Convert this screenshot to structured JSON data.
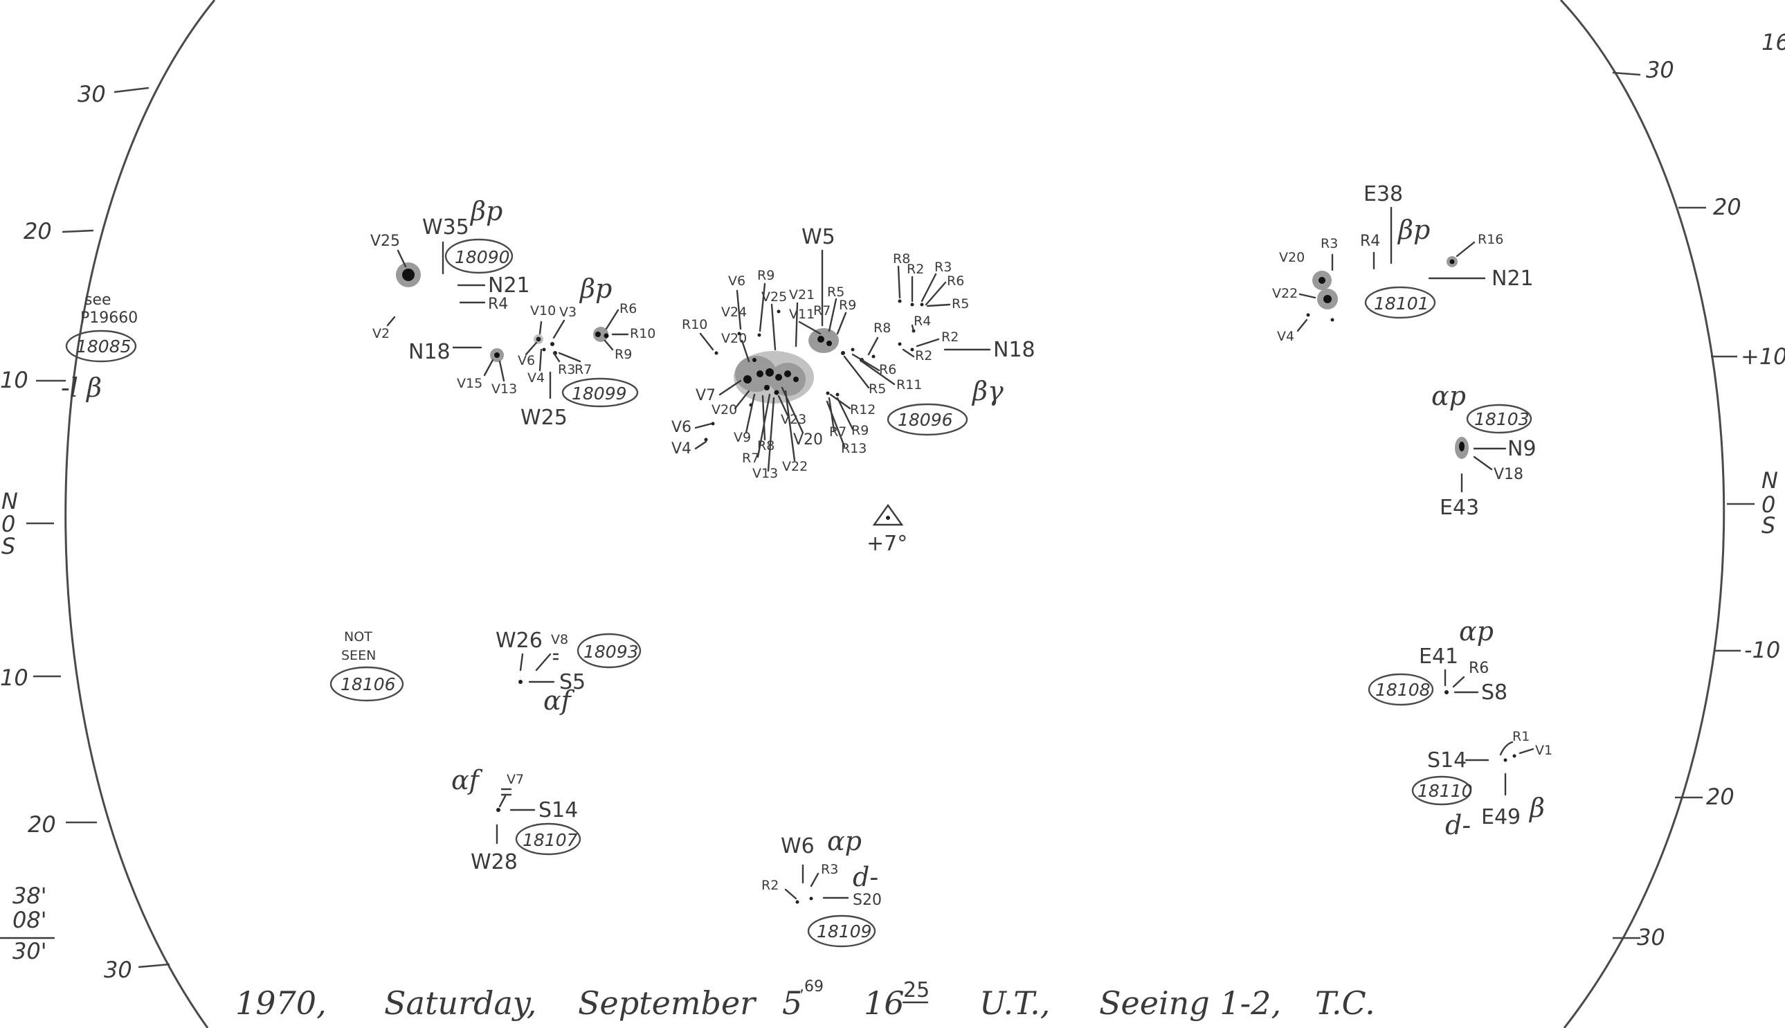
{
  "observation_note": "1970, Saturday, September 5.69 16 25 U.T., Seeing 1-2, T.C.",
  "footer": {
    "year": "1970,",
    "weekday": "Saturday,",
    "month": "September",
    "day": "5",
    "day_fraction": ",69",
    "hour": "16",
    "minute": "25",
    "ut": "U.T.,",
    "seeing": "Seeing 1-2,",
    "observer": "T.C."
  },
  "left_scale": [
    "30",
    "20",
    "10",
    "0",
    "10",
    "20",
    "30"
  ],
  "right_scale": [
    "30",
    "20",
    "+10",
    "0",
    "-10",
    "20",
    "30"
  ],
  "left_hemispheres": {
    "north": "N",
    "south": "S"
  },
  "right_hemispheres": {
    "north": "N",
    "south": "S"
  },
  "edge_marks": {
    "top_right": "16"
  },
  "left_note": {
    "line1": "38'",
    "line2": "08'",
    "line3": "30'"
  },
  "center_marker": {
    "label": "+7°"
  },
  "groups": [
    {
      "id": "18085",
      "lines": [
        "see",
        "P19660"
      ],
      "class": "-l β"
    },
    {
      "id": "18090",
      "long": "W35",
      "lat": "N21",
      "class": "βp",
      "labels": [
        "V25",
        "R4",
        "V2"
      ]
    },
    {
      "id": "18099",
      "long": "W25",
      "lat": "N18",
      "class": "βp",
      "labels": [
        "V10",
        "V3",
        "R6",
        "R10",
        "R9",
        "V6",
        "V4",
        "R3",
        "R7",
        "V15",
        "V13"
      ]
    },
    {
      "id": "18096",
      "long": "W5",
      "lat": "N18",
      "class": "βγ",
      "labels": [
        "V6",
        "R9",
        "V24",
        "V25",
        "V21",
        "R5",
        "V11",
        "R7",
        "R9",
        "R8",
        "R2",
        "R3",
        "R6",
        "R5",
        "R4",
        "R8",
        "R2",
        "R2",
        "R10",
        "V20",
        "V7",
        "V20",
        "V6",
        "V4",
        "V9",
        "R8",
        "R7",
        "V13",
        "V23",
        "V20",
        "V22",
        "R12",
        "R7",
        "R9",
        "R13",
        "R6",
        "R5",
        "R11"
      ]
    },
    {
      "id": "18101",
      "long": "E38",
      "lat": "N21",
      "class": "βp",
      "labels": [
        "V20",
        "R3",
        "R4",
        "R16",
        "V22",
        "V4"
      ]
    },
    {
      "id": "18103",
      "long": "E43",
      "lat": "N9",
      "class": "αp",
      "labels": [
        "V18"
      ]
    },
    {
      "id": "18106",
      "lines": [
        "NOT",
        "SEEN"
      ]
    },
    {
      "id": "18093",
      "long": "W26",
      "lat": "S5",
      "class": "αf",
      "labels": [
        "V8"
      ]
    },
    {
      "id": "18108",
      "long": "E41",
      "lat": "S8",
      "class": "αp",
      "labels": [
        "R6"
      ]
    },
    {
      "id": "18110",
      "long": "E49",
      "lat": "S14",
      "class": "β",
      "prefix": "d-",
      "labels": [
        "R1",
        "V1"
      ]
    },
    {
      "id": "18107",
      "long": "W28",
      "lat": "S14",
      "class": "αf",
      "labels": [
        "V7"
      ]
    },
    {
      "id": "18109",
      "long": "W6",
      "lat": "S20",
      "class": "αp",
      "suffix": "d-",
      "labels": [
        "R2",
        "R3"
      ]
    }
  ],
  "colors": {
    "ink": "#3a3a3a",
    "paper": "#ffffff",
    "spot": "#111111",
    "penumbra": "#9a9a9a"
  }
}
